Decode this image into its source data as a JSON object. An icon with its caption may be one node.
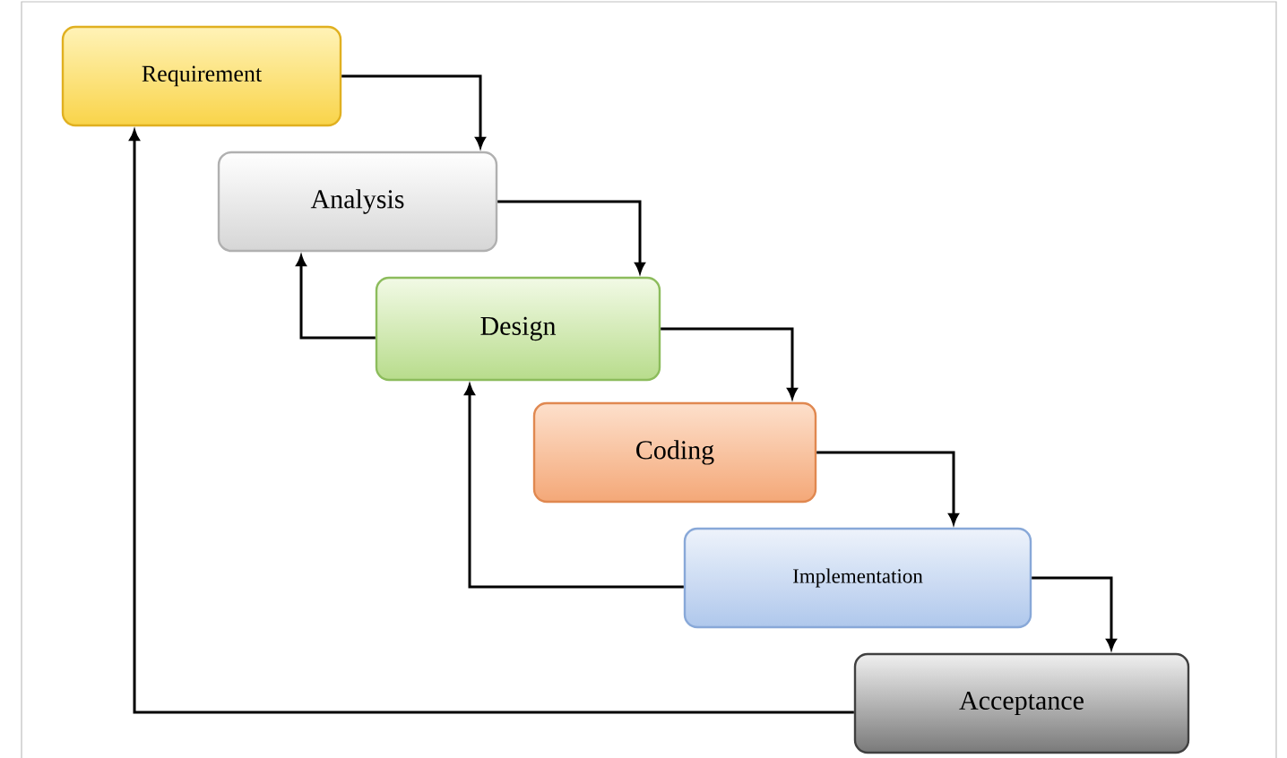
{
  "diagram": {
    "nodes": [
      {
        "text": [
          "Requirement"
        ]
      },
      {
        "text": [
          "Analysis"
        ]
      },
      {
        "text": [
          "Design"
        ]
      },
      {
        "text": [
          "Coding"
        ]
      },
      {
        "text": [
          "Implementation"
        ]
      },
      {
        "text": [
          "Acceptance"
        ]
      }
    ],
    "edges": [
      {
        "from": 0,
        "to": 1,
        "arrow": "to"
      },
      {
        "from": 1,
        "to": 2,
        "arrow": "to"
      },
      {
        "from": 2,
        "to": 3,
        "arrow": "to"
      },
      {
        "from": 3,
        "to": 4,
        "arrow": "to"
      },
      {
        "from": 4,
        "to": 5,
        "arrow": "to"
      },
      {
        "from": 2,
        "to": 1,
        "arrow": "to"
      },
      {
        "from": 4,
        "to": 2,
        "arrow": "to"
      },
      {
        "from": 5,
        "to": 0,
        "arrow": "to"
      }
    ]
  }
}
